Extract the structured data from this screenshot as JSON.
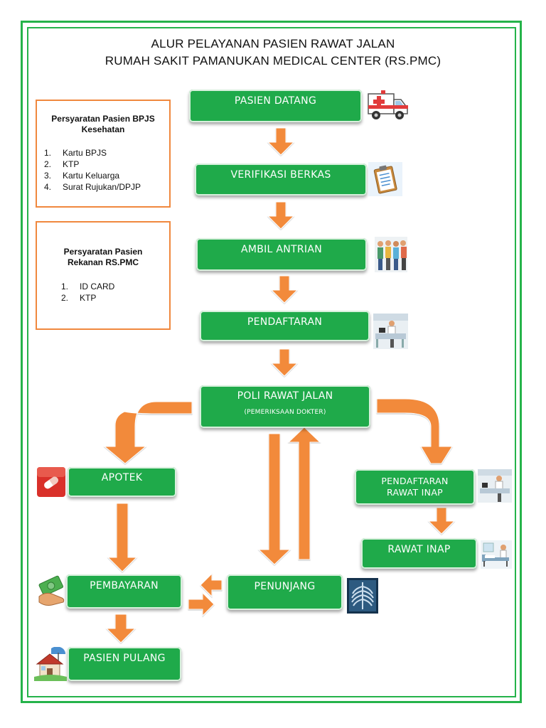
{
  "title": {
    "line1": "ALUR PELAYANAN PASIEN RAWAT JALAN",
    "line2": "RUMAH SAKIT PAMANUKAN MEDICAL CENTER (RS.PMC)"
  },
  "requirements": {
    "bpjs": {
      "heading_line1": "Persyaratan Pasien BPJS",
      "heading_line2": "Kesehatan",
      "items": [
        {
          "num": "1.",
          "text": "Kartu BPJS"
        },
        {
          "num": "2.",
          "text": "KTP"
        },
        {
          "num": "3.",
          "text": "Kartu Keluarga"
        },
        {
          "num": "4.",
          "text": "Surat Rujukan/DPJP"
        }
      ]
    },
    "rekanan": {
      "heading_line1": "Persyaratan Pasien",
      "heading_line2": "Rekanan RS.PMC",
      "items": [
        {
          "num": "1.",
          "text": "ID CARD"
        },
        {
          "num": "2.",
          "text": "KTP"
        }
      ]
    }
  },
  "steps": {
    "pasien_datang": "PASIEN DATANG",
    "verifikasi_berkas": "VERIFIKASI BERKAS",
    "ambil_antrian": "AMBIL ANTRIAN",
    "pendaftaran": "PENDAFTARAN",
    "poli_rawat_jalan": "POLI RAWAT JALAN",
    "poli_sub": "(PEMERIKSAAN DOKTER)",
    "apotek": "APOTEK",
    "pendaftaran_rawat_inap_line1": "PENDAFTARAN",
    "pendaftaran_rawat_inap_line2": "RAWAT INAP",
    "rawat_inap": "RAWAT INAP",
    "pembayaran": "PEMBAYARAN",
    "penunjang": "PENUNJANG",
    "pasien_pulang": "PASIEN PULANG"
  },
  "icons": {
    "ambulance": "ambulance-icon",
    "clipboard": "clipboard-icon",
    "queue": "queue-people-icon",
    "registration": "registration-desk-icon",
    "pharmacy": "pill-icon",
    "inpatient_registration": "registration-desk-icon",
    "hospital_bed": "hospital-bed-icon",
    "payment": "money-hand-icon",
    "xray": "xray-icon",
    "home": "house-icon"
  },
  "colors": {
    "box_green": "#1faa4a",
    "frame_green": "#25b34a",
    "arrow_orange": "#f28a3a",
    "req_border": "#f0883e"
  }
}
